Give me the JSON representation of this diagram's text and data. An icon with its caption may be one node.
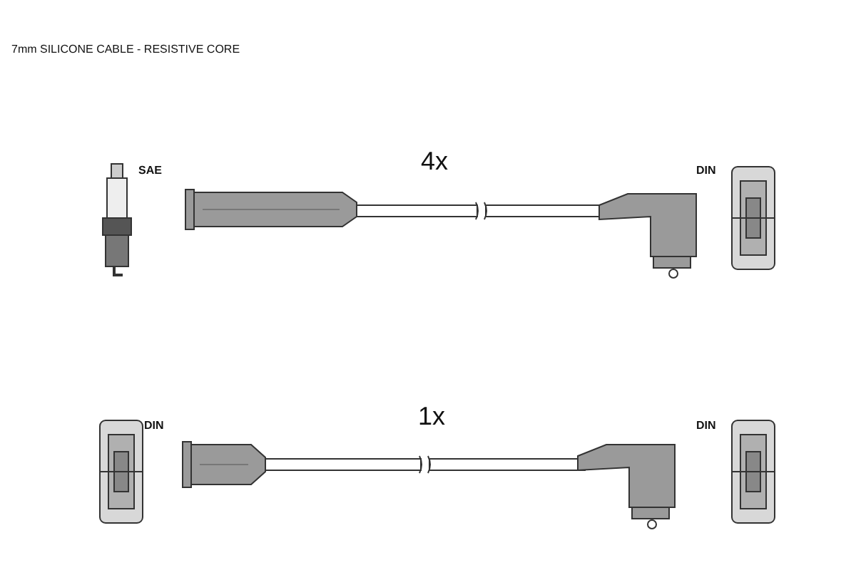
{
  "diagram": {
    "labels": [
      "7mm SILICONE CABLE - RESISTIVE CORE",
      "SAE",
      "4x",
      "DIN",
      "DIN",
      "1x",
      "DIN"
    ]
  }
}
